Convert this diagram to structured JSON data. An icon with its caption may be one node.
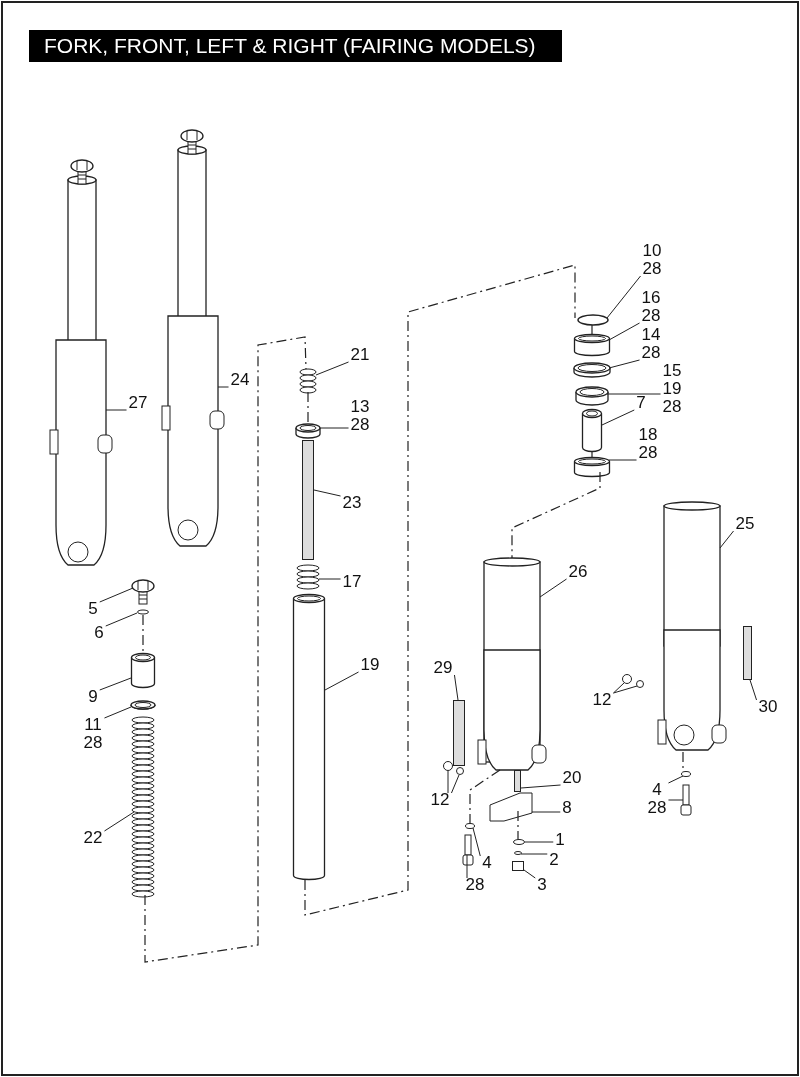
{
  "diagram": {
    "title": "FORK, FRONT, LEFT & RIGHT (FAIRING MODELS)",
    "nodes": [
      {
        "text": [
          "10",
          "28"
        ]
      },
      {
        "text": [
          "16",
          "28"
        ]
      },
      {
        "text": [
          "14",
          "28"
        ]
      },
      {
        "text": [
          "21"
        ]
      },
      {
        "text": [
          "15",
          "19",
          "28"
        ]
      },
      {
        "text": [
          "24"
        ]
      },
      {
        "text": [
          "27"
        ]
      },
      {
        "text": [
          "7"
        ]
      },
      {
        "text": [
          "13",
          "28"
        ]
      },
      {
        "text": [
          "18",
          "28"
        ]
      },
      {
        "text": [
          "23"
        ]
      },
      {
        "text": [
          "25"
        ]
      },
      {
        "text": [
          "26"
        ]
      },
      {
        "text": [
          "17"
        ]
      },
      {
        "text": [
          "5"
        ]
      },
      {
        "text": [
          "6"
        ]
      },
      {
        "text": [
          "19"
        ]
      },
      {
        "text": [
          "29"
        ]
      },
      {
        "text": [
          "9"
        ]
      },
      {
        "text": [
          "12"
        ]
      },
      {
        "text": [
          "30"
        ]
      },
      {
        "text": [
          "11",
          "28"
        ]
      },
      {
        "text": [
          "20"
        ]
      },
      {
        "text": [
          "12"
        ]
      },
      {
        "text": [
          "4",
          "28"
        ]
      },
      {
        "text": [
          "8"
        ]
      },
      {
        "text": [
          "22"
        ]
      },
      {
        "text": [
          "1"
        ]
      },
      {
        "text": [
          "4"
        ]
      },
      {
        "text": [
          "2"
        ]
      },
      {
        "text": [
          "28"
        ]
      },
      {
        "text": [
          "3"
        ]
      },
      {
        "text": [],
        "shape": "picture"
      },
      {
        "text": [],
        "shape": "cylinder"
      },
      {
        "text": [],
        "shape": "picture"
      },
      {
        "text": [],
        "shape": "picture"
      },
      {
        "text": [],
        "shape": "picture"
      },
      {
        "text": [],
        "shape": "picture"
      },
      {
        "text": [],
        "shape": "picture"
      },
      {
        "text": [],
        "shape": "cylinder"
      },
      {
        "text": [],
        "shape": "picture"
      },
      {
        "text": [],
        "shape": "cylinder"
      },
      {
        "text": [],
        "shape": "bar"
      },
      {
        "text": [],
        "shape": "picture"
      },
      {
        "text": [],
        "shape": "picture"
      },
      {
        "text": [],
        "shape": "picture"
      },
      {
        "text": [],
        "shape": "picture"
      },
      {
        "text": [],
        "shape": "circle"
      },
      {
        "text": [],
        "shape": "cylinder"
      },
      {
        "text": [],
        "shape": "bar"
      },
      {
        "text": [],
        "shape": "cylinder"
      },
      {
        "text": [],
        "shape": "circle"
      },
      {
        "text": [],
        "shape": "circle"
      },
      {
        "text": [],
        "shape": "bar"
      },
      {
        "text": [],
        "shape": "picture"
      },
      {
        "text": [],
        "shape": "bar"
      },
      {
        "text": [],
        "shape": "circle"
      },
      {
        "text": [],
        "shape": "circle"
      },
      {
        "text": [],
        "shape": "circle"
      },
      {
        "text": [],
        "shape": "picture"
      },
      {
        "text": [],
        "shape": "picture"
      },
      {
        "text": [],
        "shape": "picture"
      },
      {
        "text": [],
        "shape": "circle"
      },
      {
        "text": [],
        "shape": "circle"
      },
      {
        "text": [],
        "shape": "circle"
      },
      {
        "text": [],
        "shape": "picture"
      },
      {
        "text": [],
        "shape": "box"
      }
    ],
    "edges": [
      {
        "from": 0,
        "to": 32,
        "arrow": "none"
      },
      {
        "from": 1,
        "to": 33,
        "arrow": "none"
      },
      {
        "from": 2,
        "to": 34,
        "arrow": "none"
      },
      {
        "from": 3,
        "to": 35,
        "arrow": "none"
      },
      {
        "from": 4,
        "to": 36,
        "arrow": "none"
      },
      {
        "from": 5,
        "to": 37,
        "arrow": "none"
      },
      {
        "from": 6,
        "to": 38,
        "arrow": "none"
      },
      {
        "from": 7,
        "to": 39,
        "arrow": "none"
      },
      {
        "from": 8,
        "to": 40,
        "arrow": "none"
      },
      {
        "from": 9,
        "to": 41,
        "arrow": "none"
      },
      {
        "from": 10,
        "to": 42,
        "arrow": "none"
      },
      {
        "from": 11,
        "to": 43,
        "arrow": "none"
      },
      {
        "from": 12,
        "to": 44,
        "arrow": "none"
      },
      {
        "from": 13,
        "to": 45,
        "arrow": "none"
      },
      {
        "from": 14,
        "to": 46,
        "arrow": "none"
      },
      {
        "from": 15,
        "to": 47,
        "arrow": "none"
      },
      {
        "from": 16,
        "to": 48,
        "arrow": "none"
      },
      {
        "from": 17,
        "to": 49,
        "arrow": "none"
      },
      {
        "from": 18,
        "to": 50,
        "arrow": "none"
      },
      {
        "from": 19,
        "to": 51,
        "arrow": "none"
      },
      {
        "from": 19,
        "to": 52,
        "arrow": "none"
      },
      {
        "from": 20,
        "to": 53,
        "arrow": "none"
      },
      {
        "from": 21,
        "to": 54,
        "arrow": "none"
      },
      {
        "from": 22,
        "to": 55,
        "arrow": "none"
      },
      {
        "from": 23,
        "to": 56,
        "arrow": "none"
      },
      {
        "from": 23,
        "to": 57,
        "arrow": "none"
      },
      {
        "from": 24,
        "to": 58,
        "arrow": "none"
      },
      {
        "from": 24,
        "to": 59,
        "arrow": "none"
      },
      {
        "from": 25,
        "to": 60,
        "arrow": "none"
      },
      {
        "from": 26,
        "to": 61,
        "arrow": "none"
      },
      {
        "from": 27,
        "to": 62,
        "arrow": "none"
      },
      {
        "from": 28,
        "to": 63,
        "arrow": "none"
      },
      {
        "from": 29,
        "to": 64,
        "arrow": "none"
      },
      {
        "from": 30,
        "to": 65,
        "arrow": "none"
      },
      {
        "from": 31,
        "to": 66,
        "arrow": "none"
      },
      {
        "from": 35,
        "to": 40,
        "arrow": "none",
        "style": "dashed"
      },
      {
        "from": 47,
        "to": 50,
        "arrow": "none",
        "style": "dashed"
      },
      {
        "from": 32,
        "to": 33,
        "arrow": "none",
        "style": "dashed"
      },
      {
        "from": 39,
        "to": 41,
        "arrow": "none",
        "style": "dashed"
      },
      {
        "from": 41,
        "to": 44,
        "arrow": "none",
        "style": "dashed"
      },
      {
        "from": 43,
        "to": 58,
        "arrow": "none",
        "style": "dashed"
      },
      {
        "from": 60,
        "to": 62,
        "arrow": "none",
        "style": "dashed"
      },
      {
        "from": 44,
        "to": 63,
        "arrow": "none",
        "style": "dashed"
      },
      {
        "from": 61,
        "to": 35,
        "arrow": "none",
        "style": "dashed"
      },
      {
        "from": 48,
        "to": 32,
        "arrow": "none",
        "style": "dashed"
      }
    ]
  }
}
